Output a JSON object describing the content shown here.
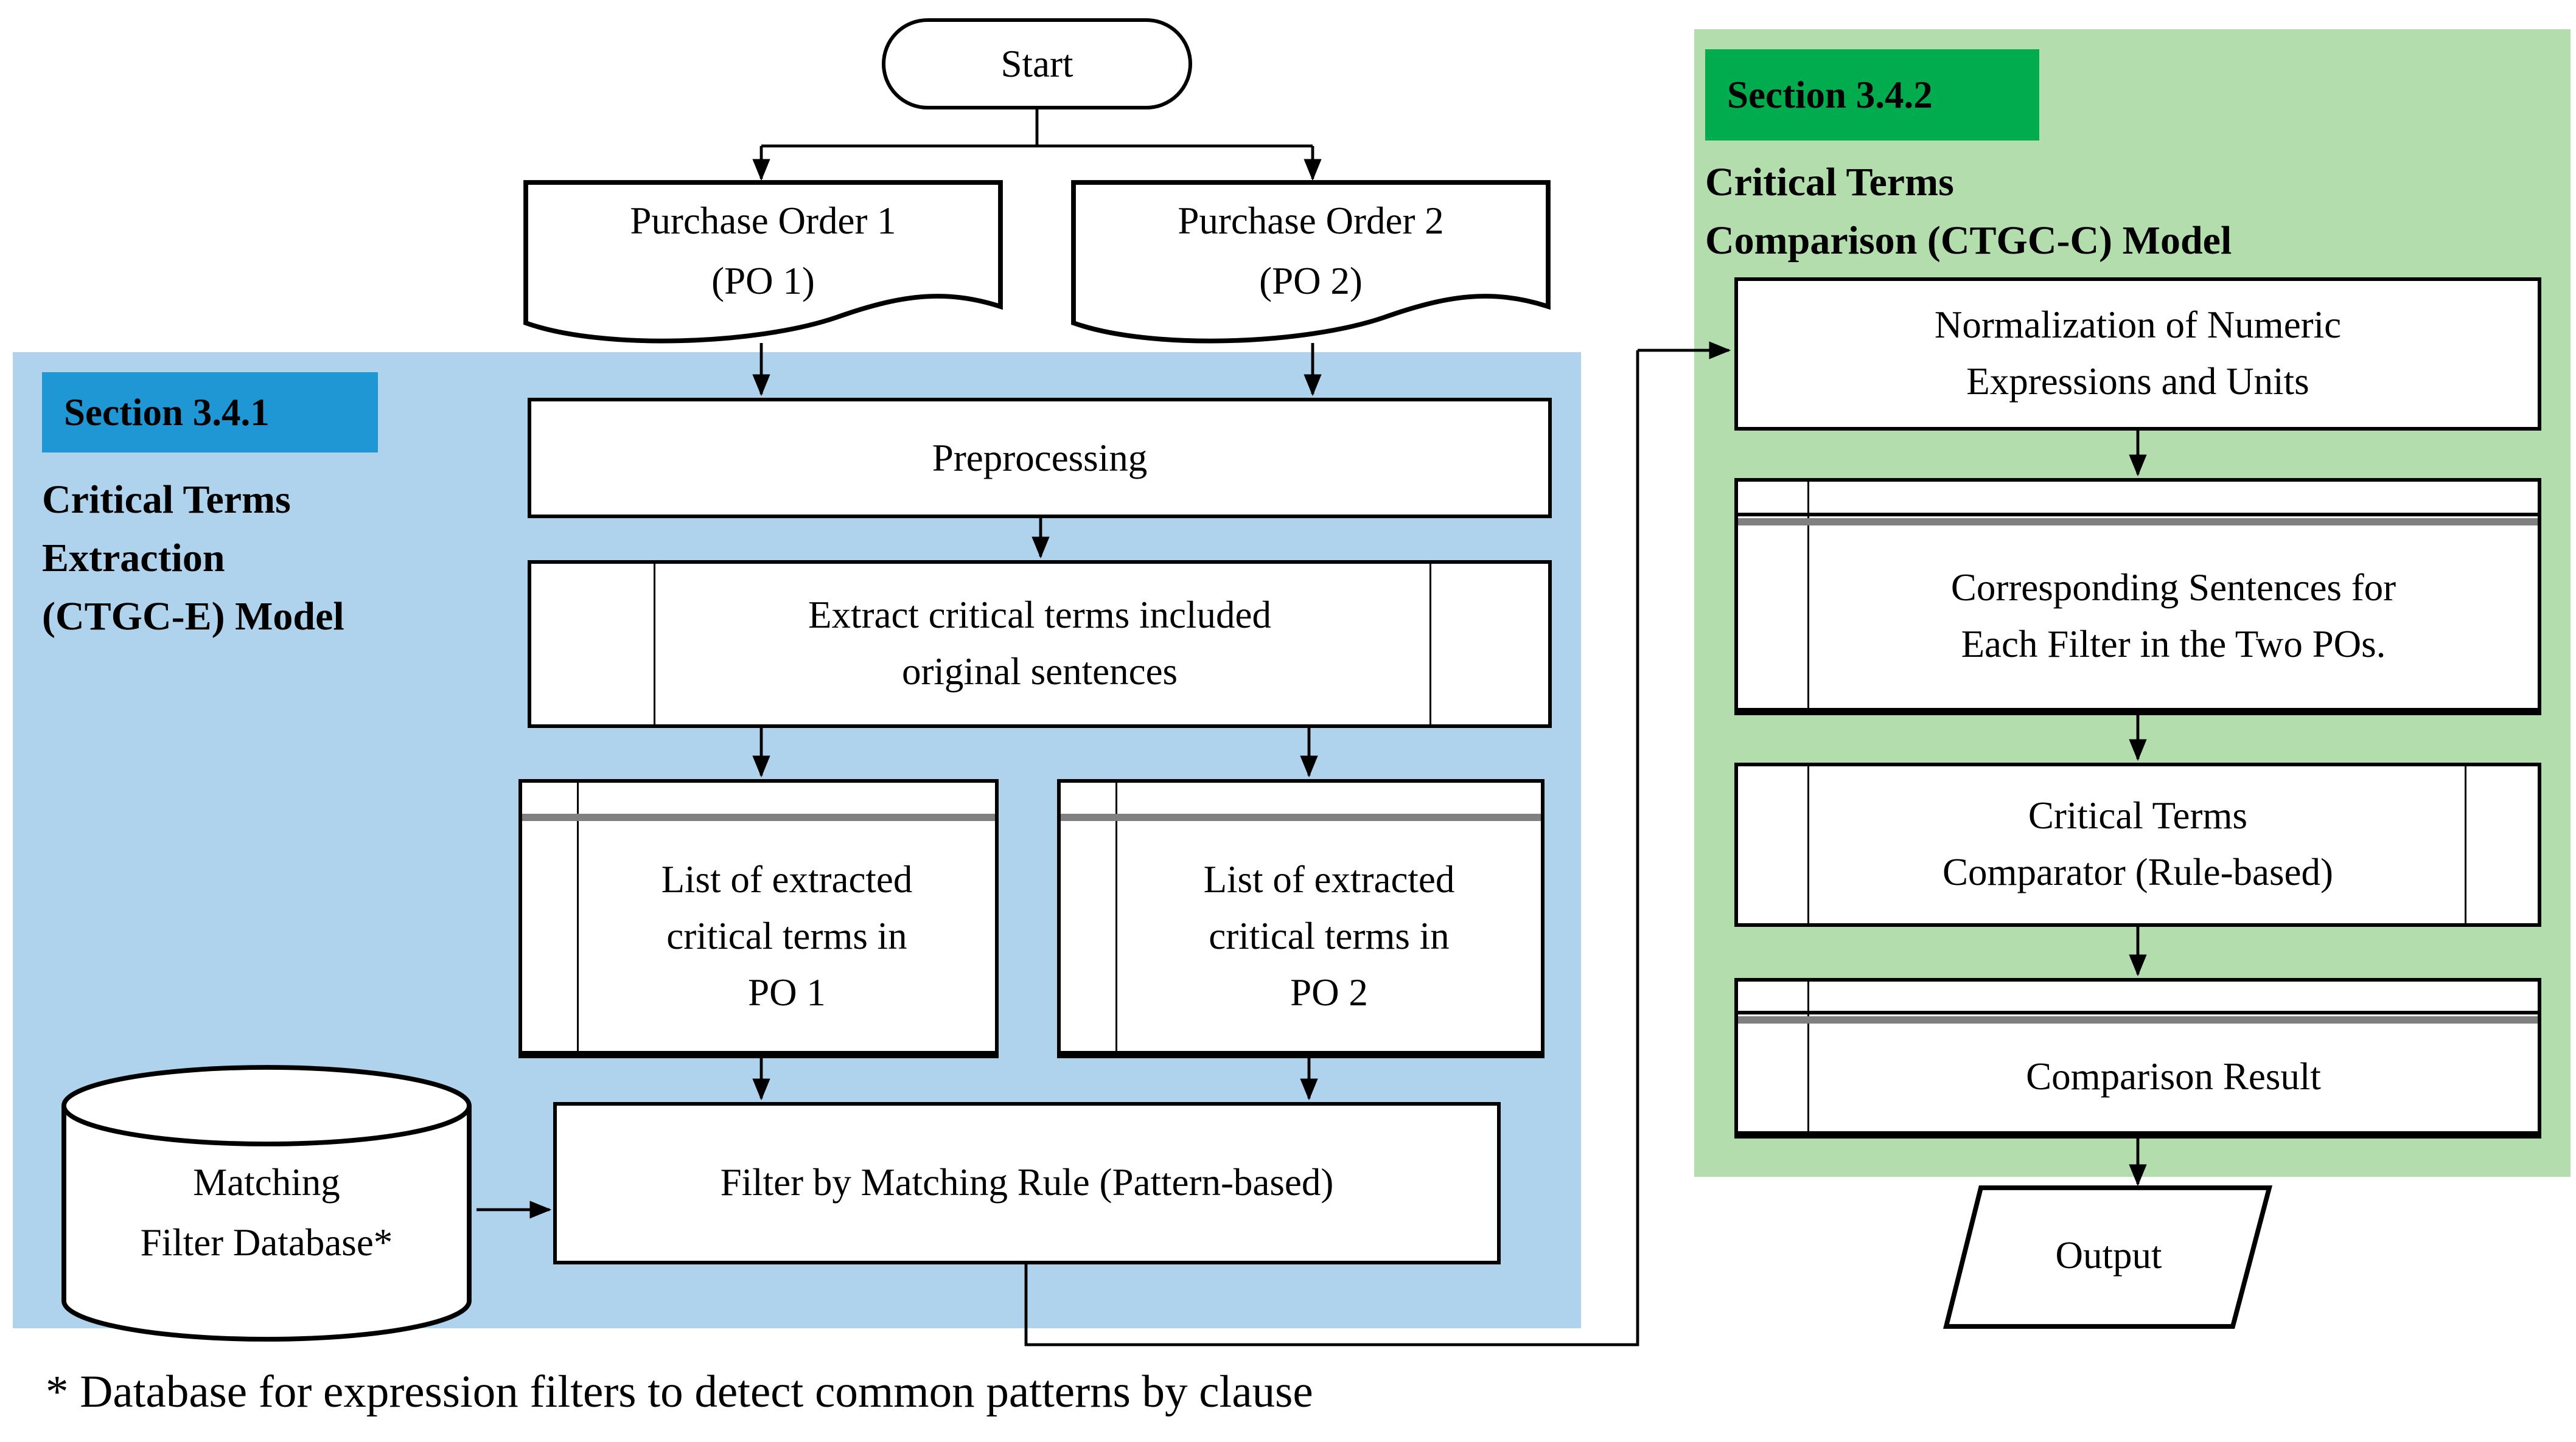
{
  "colors": {
    "section1_bg": "#AFD3EC",
    "section1_badge": "#1F97D4",
    "section2_bg": "#B3DDAC",
    "section2_badge": "#00AC4E",
    "gray_line": "#808080"
  },
  "section1": {
    "badge": "Section 3.4.1",
    "title": [
      "Critical Terms",
      "Extraction",
      "(CTGC-E) Model"
    ]
  },
  "section2": {
    "badge": "Section 3.4.2",
    "title": [
      "Critical Terms",
      "Comparison (CTGC-C) Model"
    ]
  },
  "flow": {
    "start": "Start",
    "po1": [
      "Purchase Order 1",
      "(PO 1)"
    ],
    "po2": [
      "Purchase Order 2",
      "(PO 2)"
    ],
    "preprocessing": "Preprocessing",
    "extract": [
      "Extract critical terms included",
      "original sentences"
    ],
    "list_po1": [
      "List of extracted",
      "critical terms in",
      "PO 1"
    ],
    "list_po2": [
      "List of extracted",
      "critical terms in",
      "PO 2"
    ],
    "database": [
      "Matching",
      "Filter Database*"
    ],
    "filter": "Filter by Matching Rule (Pattern-based)",
    "normalization": [
      "Normalization of Numeric",
      "Expressions and Units"
    ],
    "corresponding": [
      "Corresponding Sentences for",
      "Each Filter in the Two POs."
    ],
    "comparator": [
      "Critical Terms",
      "Comparator (Rule-based)"
    ],
    "result": "Comparison Result",
    "output": "Output"
  },
  "footnote": "* Database for expression filters to detect common patterns by clause"
}
